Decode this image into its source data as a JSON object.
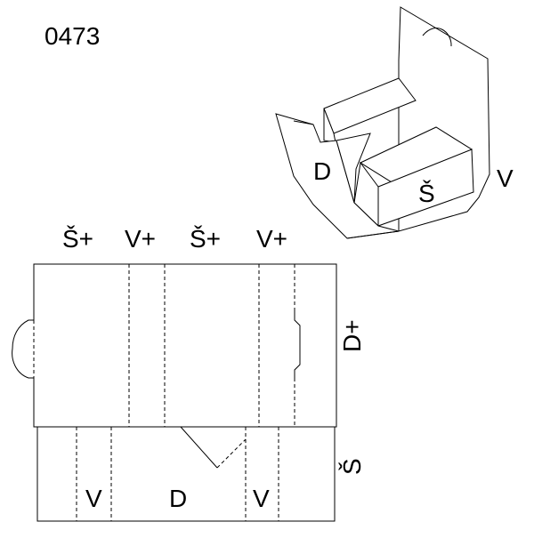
{
  "code": "0473",
  "iso_labels": {
    "depth": "D",
    "width": "Š",
    "height": "V"
  },
  "top_labels": [
    "Š+",
    "V+",
    "Š+",
    "V+"
  ],
  "side_labels": {
    "flap": "D+",
    "bottom": "Š"
  },
  "bottom_labels": [
    "V",
    "D",
    "V"
  ]
}
